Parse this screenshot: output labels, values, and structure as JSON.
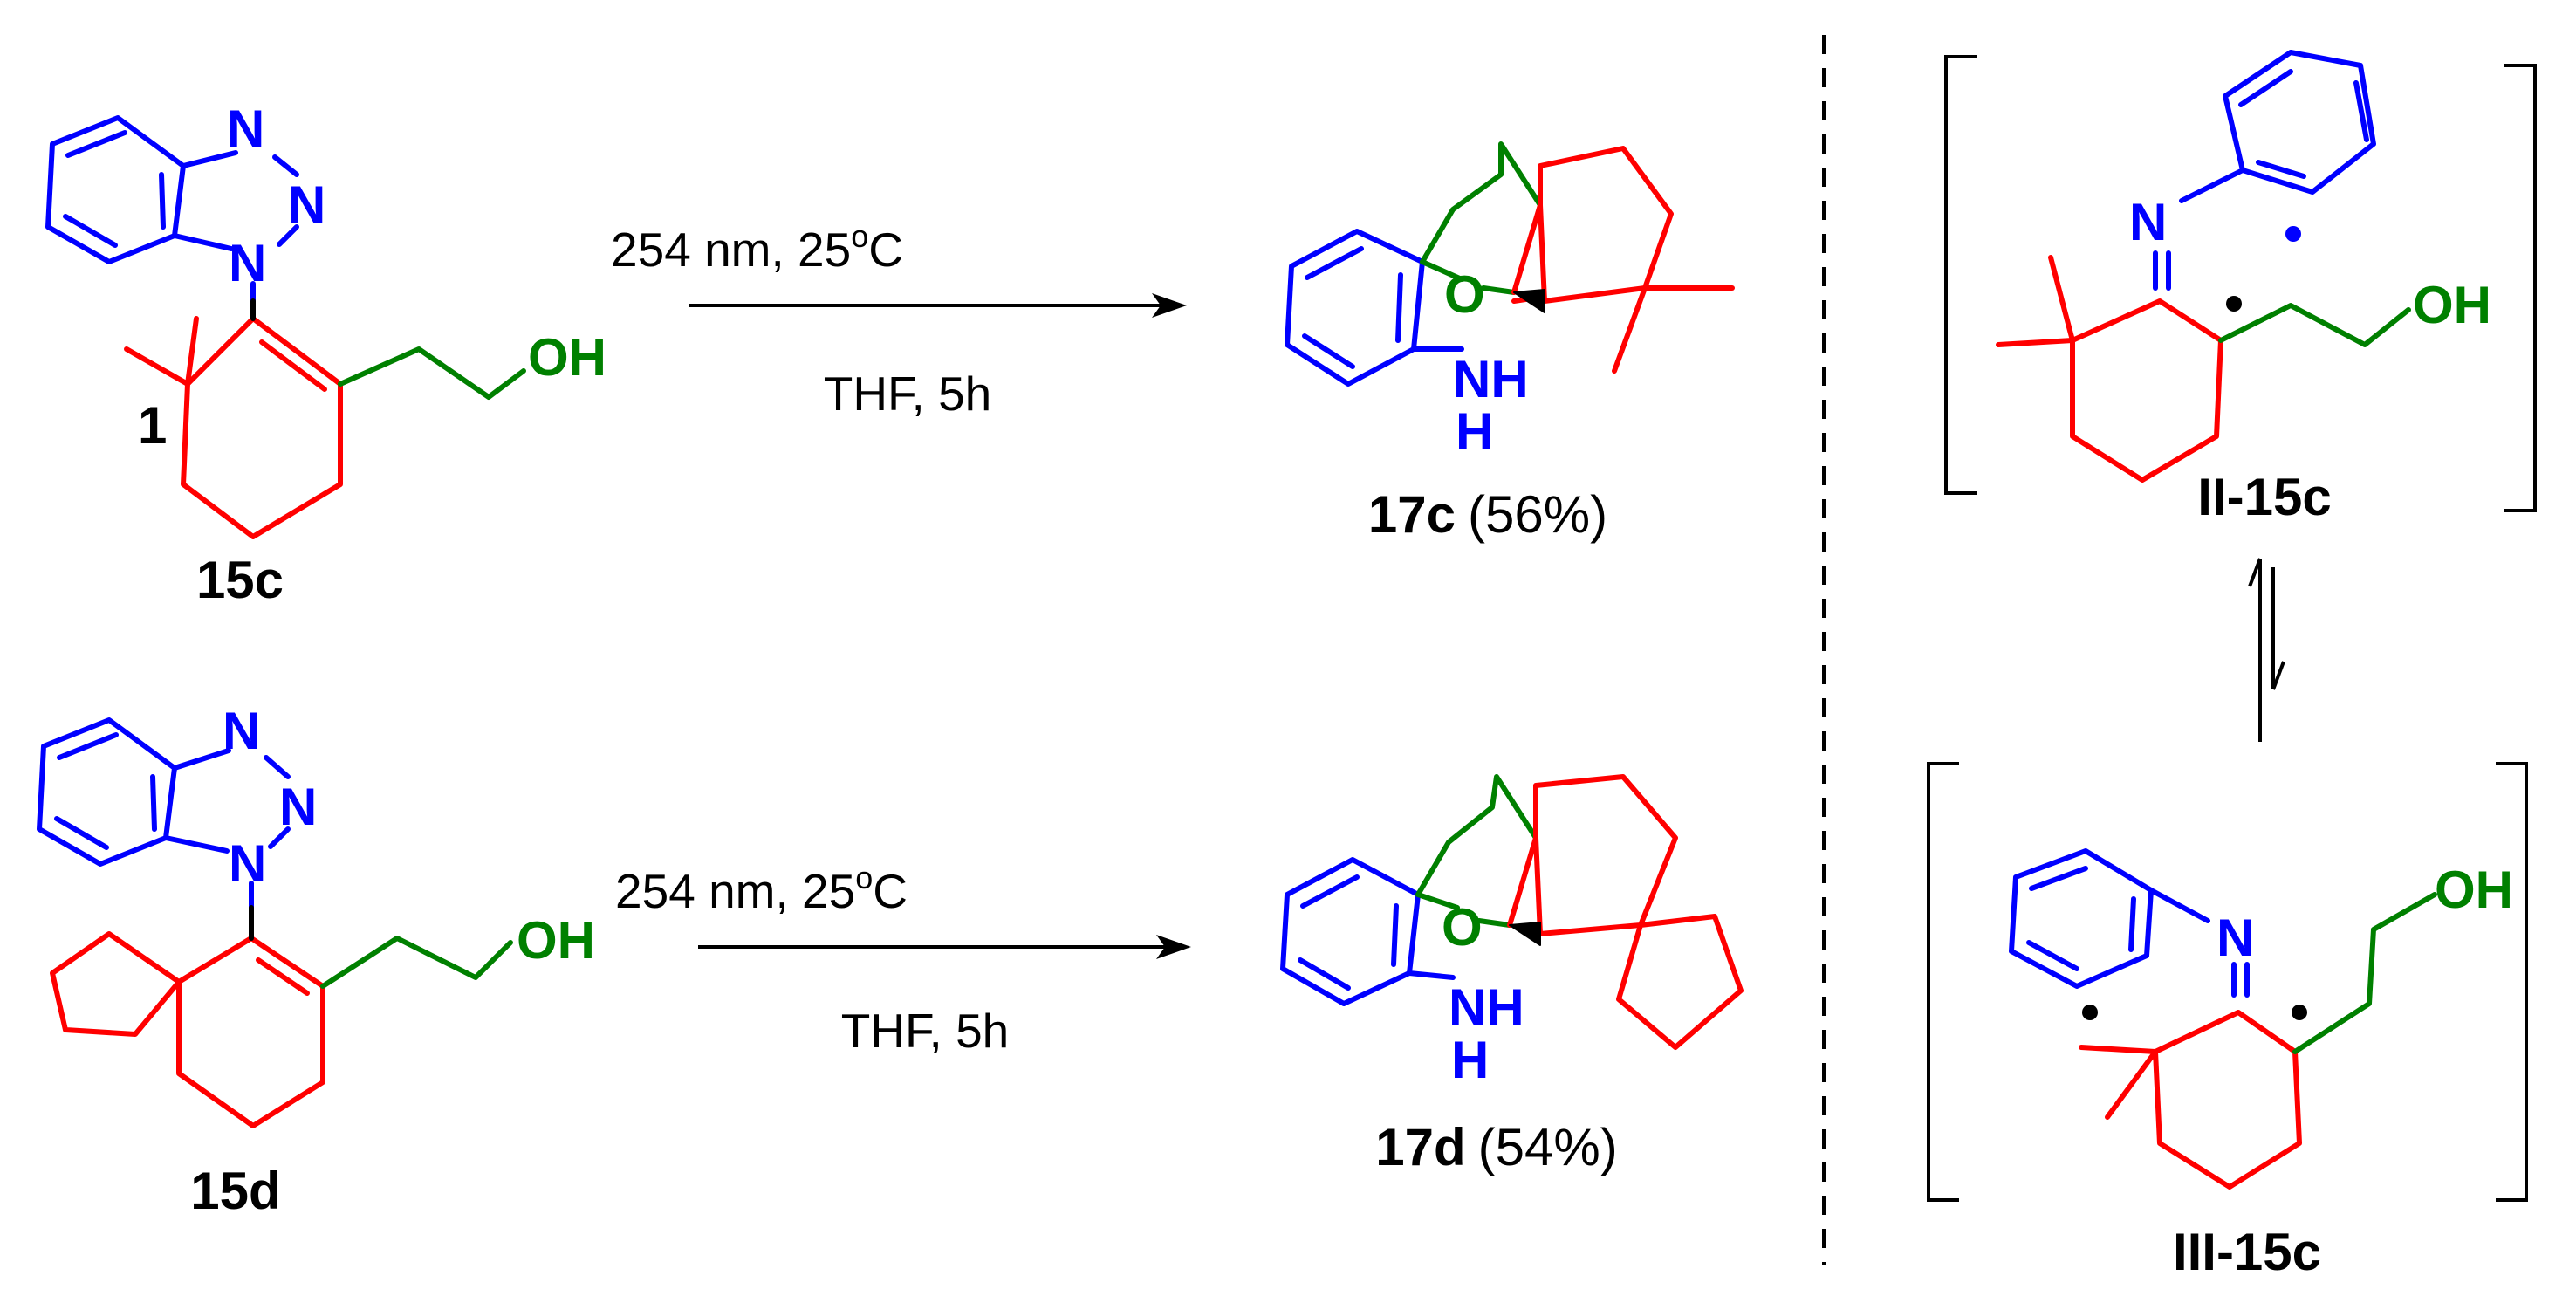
{
  "colors": {
    "benzotriazole": "#0000ff",
    "ring": "#ff0000",
    "side_chain": "#008000",
    "text": "#000000"
  },
  "reactions": [
    {
      "reactant": "15c",
      "locant": "1",
      "conditions_top": "254 nm, 25",
      "conditions_top_sup": "o",
      "conditions_top_end": "C",
      "conditions_bottom": "THF,  5h",
      "product": "17c",
      "yield": "(56%)"
    },
    {
      "reactant": "15d",
      "conditions_top": "254 nm, 25",
      "conditions_top_sup": "o",
      "conditions_top_end": "C",
      "conditions_bottom": "THF,  5h",
      "product": "17d",
      "yield": "(54%)"
    }
  ],
  "intermediates": [
    "II-15c",
    "III-15c"
  ],
  "atoms": {
    "N": "N",
    "O": "O",
    "OH": "OH",
    "NH": "NH",
    "H": "H"
  }
}
